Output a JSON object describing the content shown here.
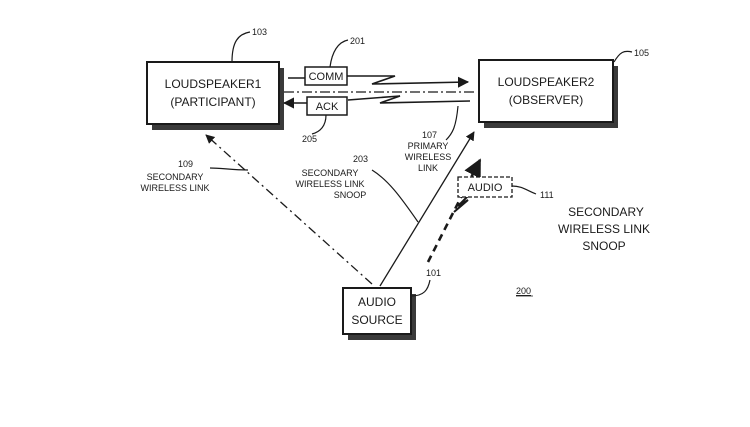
{
  "nodes": {
    "speaker1": {
      "line1": "LOUDSPEAKER1",
      "line2": "(PARTICIPANT)",
      "ref": "103"
    },
    "speaker2": {
      "line1": "LOUDSPEAKER2",
      "line2": "(OBSERVER)",
      "ref": "105"
    },
    "source": {
      "line1": "AUDIO",
      "line2": "SOURCE",
      "ref": "101"
    }
  },
  "messages": {
    "comm": {
      "label": "COMM",
      "ref": "201"
    },
    "ack": {
      "label": "ACK",
      "ref": "205"
    },
    "audio": {
      "label": "AUDIO",
      "ref": "111"
    }
  },
  "links": {
    "primary": {
      "ref": "107",
      "line1": "PRIMARY",
      "line2": "WIRELESS",
      "line3": "LINK"
    },
    "secondary": {
      "ref": "109",
      "line1": "SECONDARY",
      "line2": "WIRELESS LINK"
    },
    "snoop_center": {
      "ref": "203",
      "line1": "SECONDARY",
      "line2": "WIRELESS LINK",
      "line3": "SNOOP"
    },
    "snoop_right": {
      "line1": "SECONDARY",
      "line2": "WIRELESS LINK",
      "line3": "SNOOP"
    }
  },
  "figure_ref": "200"
}
